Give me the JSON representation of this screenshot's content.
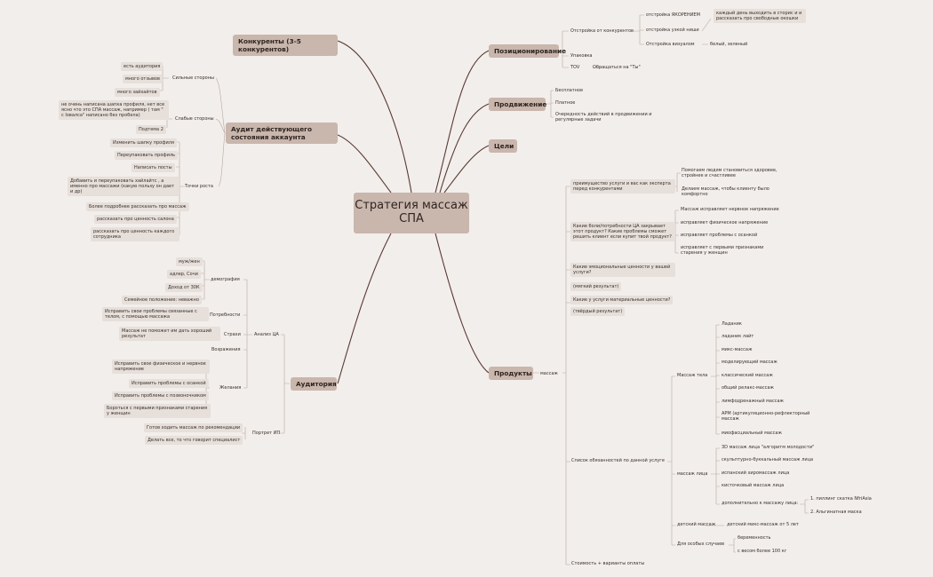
{
  "center": "Стратегия массаж СПА",
  "left": {
    "competitors": "Конкуренты (3-5 конкурентов)",
    "audit": {
      "title": "Аудит действующего состояния аккаунта",
      "strong": {
        "label": "Сильные стороны",
        "items": [
          "есть аудитория",
          "много отзывов",
          "много зайхайтов"
        ]
      },
      "weak": {
        "label": "Слабые стороны",
        "items": [
          "не очень написана шапка профиля, нет все ясно что это СПА массаж, например ( там \" с Ioвалcа\" написано без пробела)",
          "Подтема 2"
        ]
      },
      "growth": {
        "label": "Точки роста",
        "items": [
          "Изменить шапку профиля",
          "Переупаковать профиль",
          "Написать посты",
          "Добавить и переупаковать хайлайтс , а именно про массажи (какую пользу он дает и др)",
          "Более подробнее рассказать про массаж",
          "рассказать про ценность салона",
          "рассказать про ценность каждого сотрудника"
        ]
      }
    },
    "audience": {
      "title": "Аудитория",
      "analysis": "Анализ ЦА",
      "demographics": {
        "label": "демография",
        "items": [
          "муж/жен",
          "адлер, Сочи",
          "Доход от 30К",
          "Семейное положение: неважно"
        ]
      },
      "needs": {
        "label": "Потребности",
        "items": [
          "Исправить свои проблемы связанные с телом, с помощью массажа"
        ]
      },
      "fears": {
        "label": "Страхи",
        "items": [
          "Массаж не поможет им дать хороший результат"
        ]
      },
      "objections": "Возражения",
      "desires": {
        "label": "Желания",
        "items": [
          "Исправить свое физическое и нервное напряжение",
          "Исправить проблемы с осанкой",
          "Исправить проблемы с позвоночником",
          "Бороться с первыми признаками старения у женщин"
        ]
      },
      "portrait": {
        "label": "Портрет ИП",
        "items": [
          "Готов ходить массаж по рекомендации",
          "Делать все, то что говорит специалист"
        ]
      }
    }
  },
  "right": {
    "positioning": {
      "title": "Позиционирование",
      "from_competitors": "Отстройка от конкурентов",
      "opts": [
        {
          "label": "отстройка ЯКОРЕНИЕМ",
          "note": "каждый день выходить в сторис и и рассказать про свободные окошки"
        },
        {
          "label": "отстройка узкой ниши",
          "note": ""
        },
        {
          "label": "Отстройка визуалом",
          "note": "белый, зеленый"
        }
      ],
      "packaging": "Упаковка",
      "tov": "TOV",
      "tov_note": "Обращаться на \"Ты\""
    },
    "promotion": {
      "title": "Продвижение",
      "items": [
        "Бесплатное",
        "Платное",
        "Очередность действий в продвижении и регулярные задачи"
      ]
    },
    "goals": "Цели",
    "products": {
      "title": "Продукты",
      "massage": "массаж",
      "advantage": "преимущество услуги и вас как эксперта перед конкурентами",
      "advantage_items": [
        "Помогаем людям становиться здоровее, стройнее и счастливее",
        "Делаем массаж, чтобы клиенту было комфортно"
      ],
      "pains": "Какие боли/потребности ЦА закрывает этот продукт? Какие проблемы сможет решить клиент если купит твой продукт?",
      "pains_items": [
        "Массаж исправляет нервное напряжение",
        "исправляет физическое напряжение",
        "исправляет проблемы с осанкой",
        "исправляет с первыми признаками старения у женщин"
      ],
      "emotional": "Какие эмоциональные ценности у вашей услуги?",
      "soft": "(мягкий результат)",
      "material": "Какие у услуги материальные ценности?",
      "hard": "(твёрдый результат)",
      "list": "Список обязанностей по данной услуге",
      "body": {
        "label": "Массаж тела",
        "items": [
          "Ладаник",
          "ладаник лайт",
          "микс-массаж",
          "моделирующий массаж",
          "классический массаж",
          "общий релакс-массаж",
          "лимфодренажный массаж",
          "АРМ (артикуляционно-рефлекторный массаж",
          "миофасциальный массаж"
        ]
      },
      "face": {
        "label": "массаж лица",
        "items": [
          "3D массаж лица \"алгоритм молодости\"",
          "скульптурно-буккальный массаж лица",
          "испанский хиромассаж лица",
          "кисточковый массаж лица"
        ],
        "extra": "дополнительно к массажу лица:",
        "extra_items": [
          "1. пиллинг скатка NfriAsia",
          "2. Альгинатная маска"
        ]
      },
      "kids": {
        "label": "детский массаж",
        "note": "детский микс-массаж от 5 лет"
      },
      "special": {
        "label": "Для особых случаев",
        "items": [
          "беременность",
          "с весом более 100 кг"
        ]
      },
      "price": "Стоимость + варианты оплаты"
    }
  }
}
